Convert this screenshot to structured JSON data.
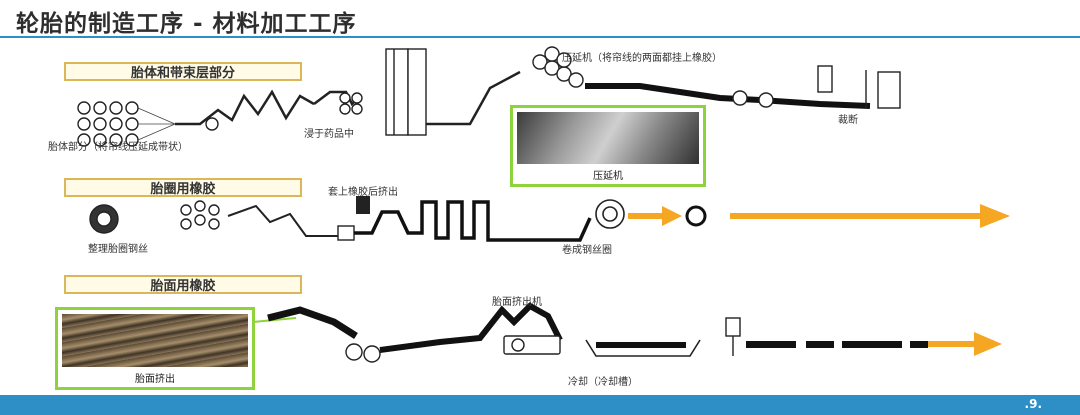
{
  "title": "轮胎的制造工序 - 材料加工工序",
  "sections": {
    "body": {
      "label": "胎体和带束层部分",
      "ply_label": "胎体部分（将帘线压延成带状）",
      "dip_label": "浸于药品中",
      "calender_label": "压延机（将帘线的两面都挂上橡胶）",
      "cut_label": "裁断",
      "photo_caption": "压延机"
    },
    "bead": {
      "label": "胎圈用橡胶",
      "wire_label": "整理胎圈钢丝",
      "extrude_label": "套上橡胶后挤出",
      "coil_label": "卷成钢丝圈"
    },
    "tread": {
      "label": "胎面用橡胶",
      "extruder_label": "胎面挤出机",
      "cool_label": "冷却（冷却槽）",
      "photo_caption": "胎面挤出"
    }
  },
  "colors": {
    "accent": "#2d8fc6",
    "arrow": "#f5a623",
    "photo_border": "#8ed23c",
    "label_border": "#d9b75a"
  },
  "footer": {
    "page": ".9."
  }
}
